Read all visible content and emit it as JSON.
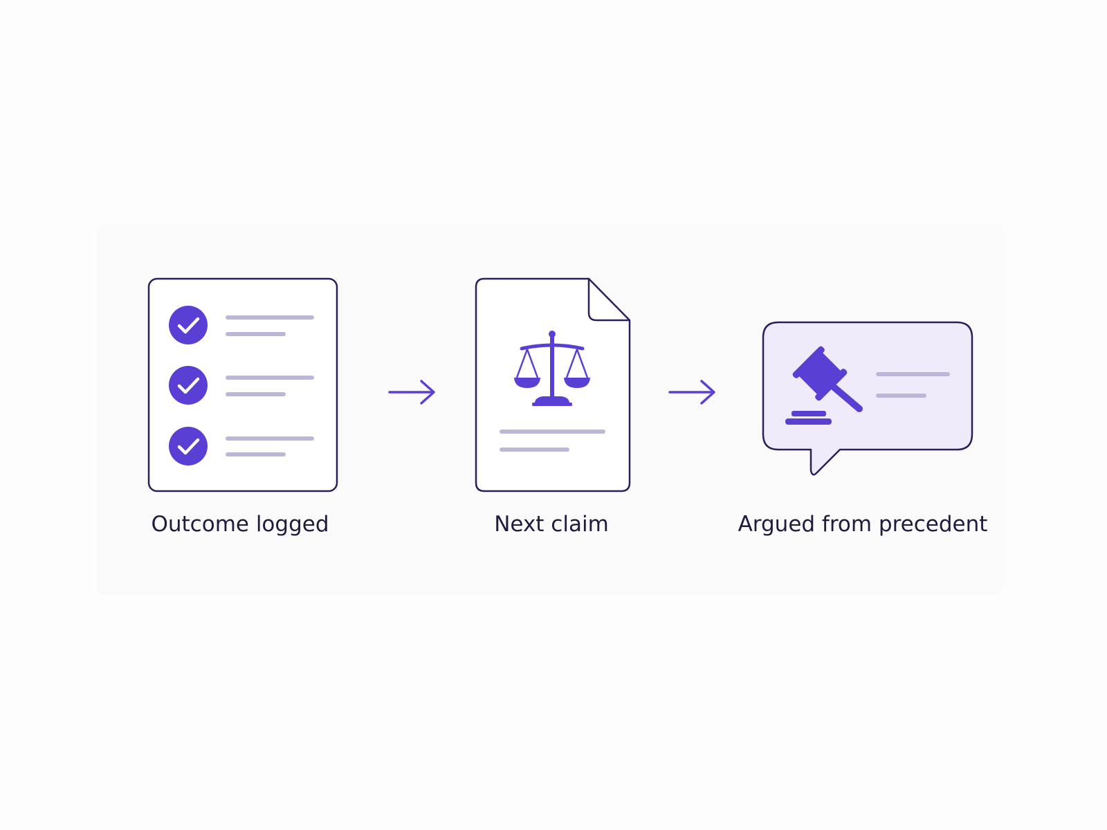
{
  "steps": [
    {
      "id": "outcome",
      "label": "Outcome logged",
      "icon": "checklist-document-icon"
    },
    {
      "id": "claim",
      "label": "Next claim",
      "icon": "scales-of-justice-icon"
    },
    {
      "id": "precedent",
      "label": "Argued from precedent",
      "icon": "gavel-speech-bubble-icon"
    }
  ],
  "connectors": [
    "arrow-right-icon",
    "arrow-right-icon"
  ],
  "colors": {
    "accent": "#5b3fd4",
    "outline": "#2a1f5c",
    "placeholder_line": "#bdb6d6",
    "bubble_fill": "#efebfb",
    "label_text": "#1f1b3d"
  }
}
